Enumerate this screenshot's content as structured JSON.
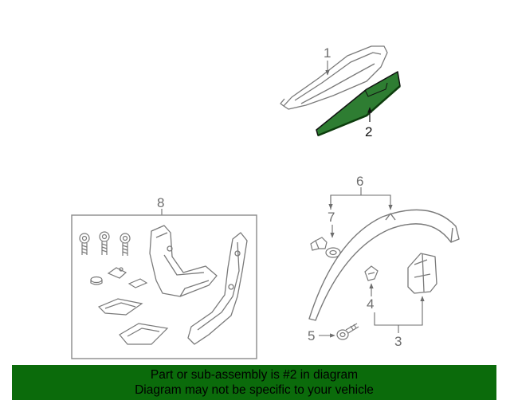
{
  "diagram": {
    "callouts": {
      "part_1": "1",
      "part_2": "2",
      "part_3": "3",
      "part_4": "4",
      "part_5": "5",
      "part_6": "6",
      "part_7": "7",
      "part_8": "8"
    },
    "highlight_color": "#2e7d32",
    "line_color": "#7a7a7a"
  },
  "banner": {
    "line1": "Part or sub-assembly is #2 in diagram",
    "line2": "Diagram may not be specific to your vehicle",
    "background_color": "#0b6b0b"
  }
}
